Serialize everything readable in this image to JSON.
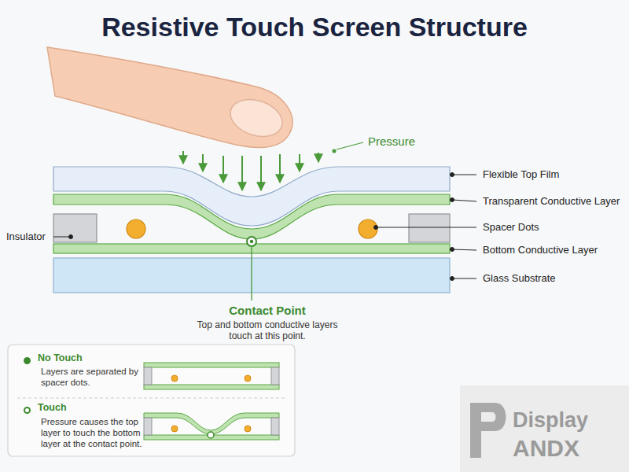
{
  "diagram": {
    "title": "Resistive Touch Screen Structure",
    "labels": [
      "Pressure",
      "Flexible Top Film",
      "Transparent Conductive Layer",
      "Spacer Dots",
      "Bottom Conductive Layer",
      "Glass Substrate",
      "Insulator",
      "Contact Point",
      "Top and bottom conductive layers touch at this point.",
      "Layers are separated by spacer dots.",
      "Pressure causes the top layer to touch the bottom layer at the contact point.",
      "Display",
      "ANDX"
    ],
    "legend": [
      {
        "text": "No Touch"
      },
      {
        "text": "Touch"
      }
    ]
  }
}
